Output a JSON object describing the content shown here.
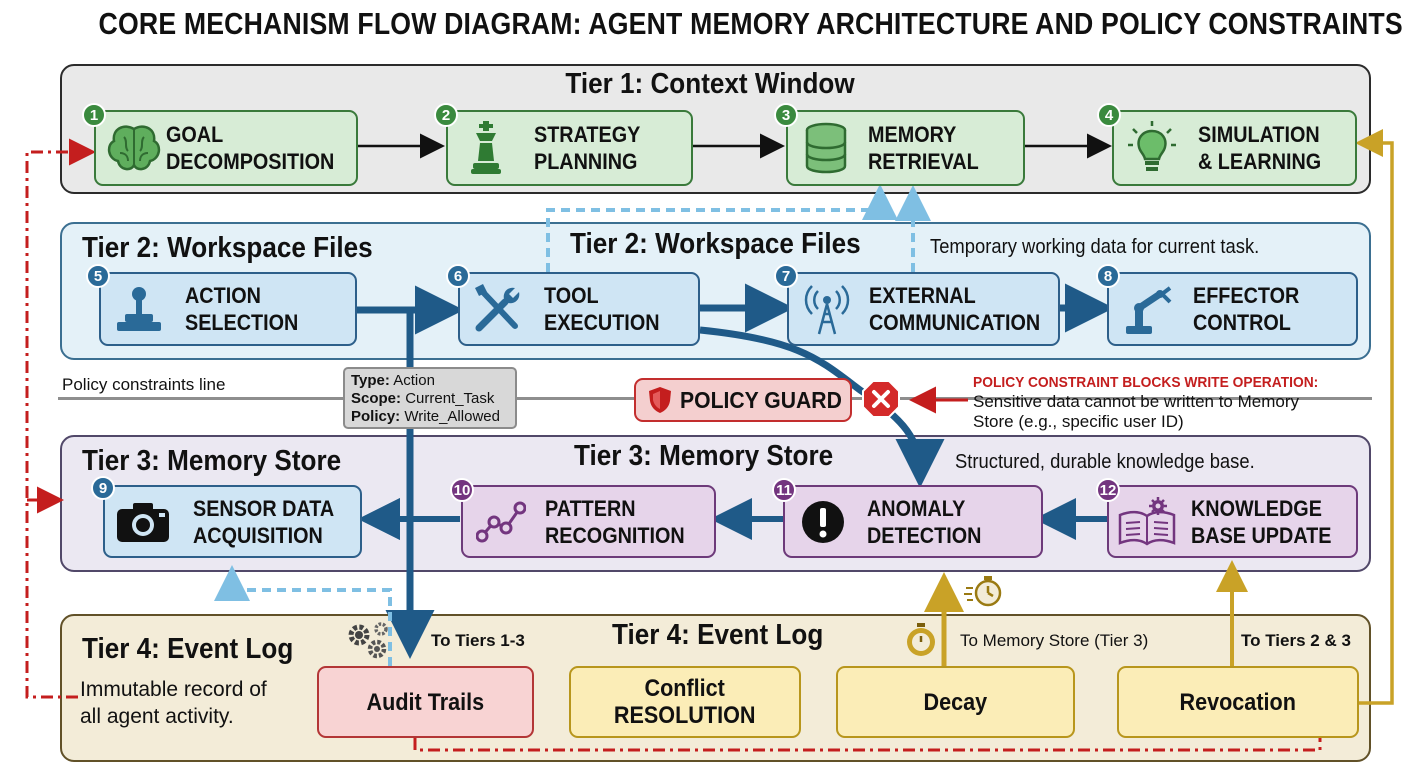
{
  "title": "CORE MECHANISM FLOW DIAGRAM: AGENT MEMORY ARCHITECTURE AND POLICY CONSTRAINTS",
  "tier1": {
    "label": "Tier 1: Context Window",
    "nodes": [
      {
        "num": "1",
        "label": "GOAL\nDECOMPOSITION",
        "icon": "brain-icon"
      },
      {
        "num": "2",
        "label": "STRATEGY\nPLANNING",
        "icon": "chess-icon"
      },
      {
        "num": "3",
        "label": "MEMORY\nRETRIEVAL",
        "icon": "database-icon"
      },
      {
        "num": "4",
        "label": "SIMULATION\n& LEARNING",
        "icon": "lightbulb-icon"
      }
    ]
  },
  "tier2": {
    "label": "Tier 2: Workspace Files",
    "center_label": "Tier 2: Workspace Files",
    "description": "Temporary working data for current task.",
    "nodes": [
      {
        "num": "5",
        "label": "ACTION\nSELECTION",
        "icon": "joystick-icon"
      },
      {
        "num": "6",
        "label": "TOOL\nEXECUTION",
        "icon": "tools-icon"
      },
      {
        "num": "7",
        "label": "EXTERNAL\nCOMMUNICATION",
        "icon": "antenna-icon"
      },
      {
        "num": "8",
        "label": "EFFECTOR\nCONTROL",
        "icon": "robot-arm-icon"
      }
    ]
  },
  "policy": {
    "line_label": "Policy constraints line",
    "tag": {
      "type_key": "Type:",
      "type_val": "Action",
      "scope_key": "Scope:",
      "scope_val": "Current_Task",
      "policy_key": "Policy:",
      "policy_val": "Write_Allowed"
    },
    "guard_label": "POLICY GUARD",
    "warning_title": "POLICY CONSTRAINT BLOCKS WRITE OPERATION:",
    "warning_body": "Sensitive data cannot be written to Memory\nStore (e.g., specific user ID)"
  },
  "tier3": {
    "label": "Tier 3: Memory Store",
    "center_label": "Tier 3: Memory Store",
    "description": "Structured, durable knowledge base.",
    "nodes": [
      {
        "num": "9",
        "label": "SENSOR DATA\nACQUISITION",
        "icon": "camera-icon"
      },
      {
        "num": "10",
        "label": "PATTERN\nRECOGNITION",
        "icon": "pattern-icon"
      },
      {
        "num": "11",
        "label": "ANOMALY\nDETECTION",
        "icon": "alert-icon"
      },
      {
        "num": "12",
        "label": "KNOWLEDGE\nBASE UPDATE",
        "icon": "book-gear-icon"
      }
    ]
  },
  "tier4": {
    "label": "Tier 4: Event Log",
    "center_label": "Tier 4: Event Log",
    "description": "Immutable record of\nall agent activity.",
    "boxes": [
      "Audit Trails",
      "Conflict\nRESOLUTION",
      "Decay",
      "Revocation"
    ],
    "to_tiers_1_3": "To Tiers 1-3",
    "to_memory_store": "To Memory Store (Tier 3)",
    "to_tiers_2_3": "To Tiers 2 & 3"
  },
  "colors": {
    "tier1": "#e9e9e9",
    "tier2": "#e4f1f8",
    "tier3": "#ebe8f2",
    "tier4": "#f3ecd8",
    "green": "#3a8a3e",
    "blue": "#1f5a88",
    "purple": "#73357f",
    "gold": "#c9a227",
    "red": "#c41e1e",
    "lightblue": "#7fbfe3"
  }
}
